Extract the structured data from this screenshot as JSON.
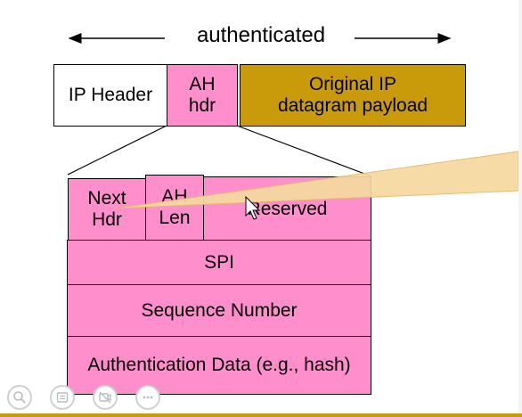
{
  "header": {
    "authenticated_label": "authenticated"
  },
  "packet": {
    "ip_header": "IP Header",
    "ah_hdr": "AH\nhdr",
    "payload": "Original IP\ndatagram payload"
  },
  "ah_fields": {
    "next_hdr": "Next\nHdr",
    "ah_len": "AH\nLen",
    "reserved": "Reserved",
    "spi": "SPI",
    "sequence_number": "Sequence Number",
    "auth_data": "Authentication Data (e.g., hash)"
  },
  "toolbar": {
    "icons": [
      "search-icon",
      "slides-icon",
      "video-off-icon",
      "more-icon"
    ]
  },
  "colors": {
    "pink": "#ff8fcc",
    "gold": "#c99a0a",
    "laser_beam": "#f6d9a0"
  }
}
